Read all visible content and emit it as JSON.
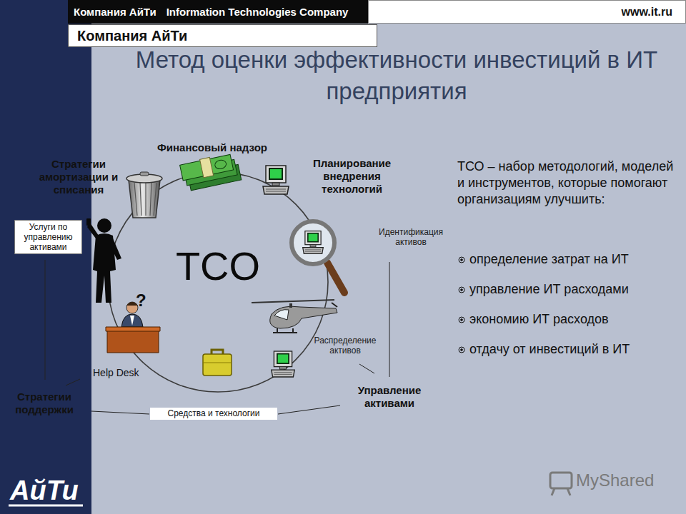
{
  "diagram": {
    "title": "Метод оценки эффективности инвестиций в ИТ предприятия",
    "nodes": [
      {
        "text": [
          "Компания АйТи",
          "Information Technologies Company"
        ]
      },
      {
        "text": [
          "www.it.ru"
        ]
      },
      {
        "text": [
          "Компания АйТи"
        ]
      },
      {
        "text": [
          "TCO"
        ]
      },
      {
        "text": [
          "Услуги по управлению активами"
        ]
      },
      {
        "text": [
          "Средства и технологии"
        ]
      }
    ],
    "labels": [
      "Финансовый надзор",
      "Стратегии амортизации и списания",
      "Планирование внедрения технологий",
      "Идентификация активов",
      "?",
      "Распределение активов",
      "Help Desk",
      "Стратегии поддержки",
      "Управление активами",
      "ТСО – набор методологий, моделей и инструментов, которые помогают организациям улучшить:",
      "определение затрат на ИТ",
      "управление ИТ расходами",
      "экономию ИТ расходов",
      "отдачу от инвестиций в ИТ",
      "АйТи",
      "MyShared"
    ]
  }
}
